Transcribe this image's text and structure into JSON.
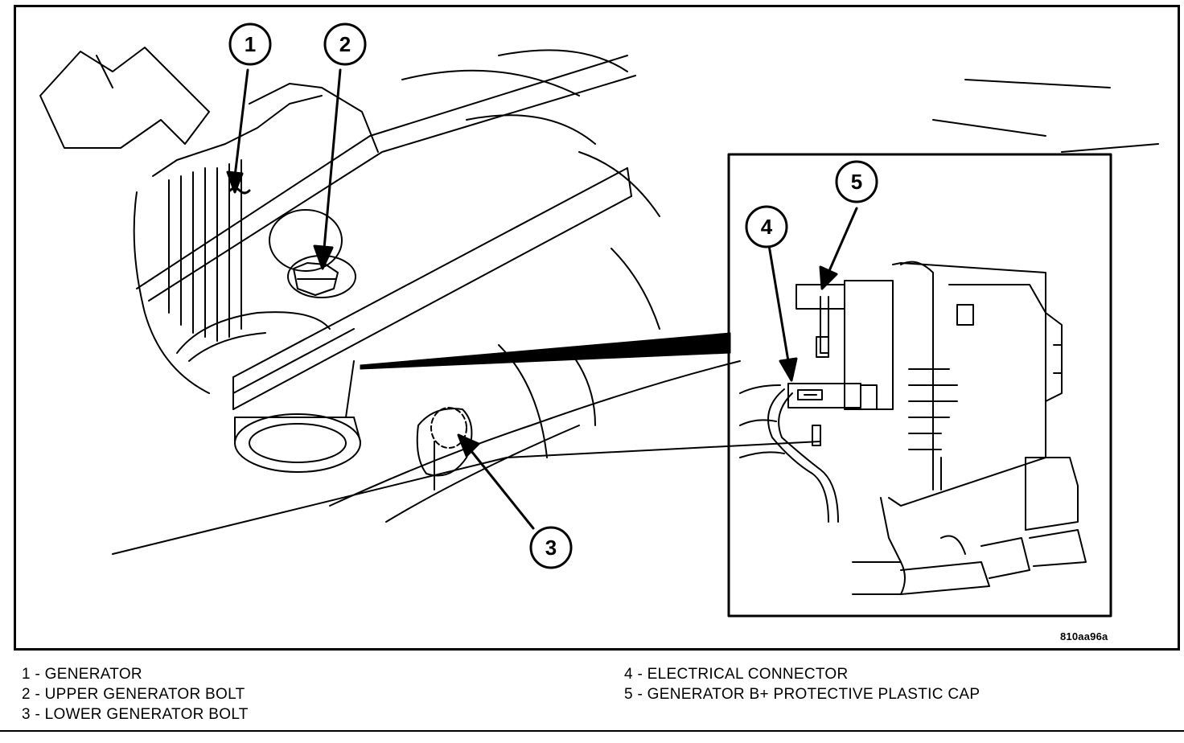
{
  "figure": {
    "code": "810aa96a",
    "callouts": [
      "1",
      "2",
      "3",
      "4",
      "5"
    ]
  },
  "legend": {
    "left": [
      "1 - GENERATOR",
      "2 - UPPER GENERATOR BOLT",
      "3 - LOWER GENERATOR BOLT"
    ],
    "right": [
      "4 - ELECTRICAL CONNECTOR",
      "5 - GENERATOR B+ PROTECTIVE PLASTIC CAP"
    ]
  },
  "colors": {
    "ink": "#000000",
    "paper": "#ffffff"
  }
}
